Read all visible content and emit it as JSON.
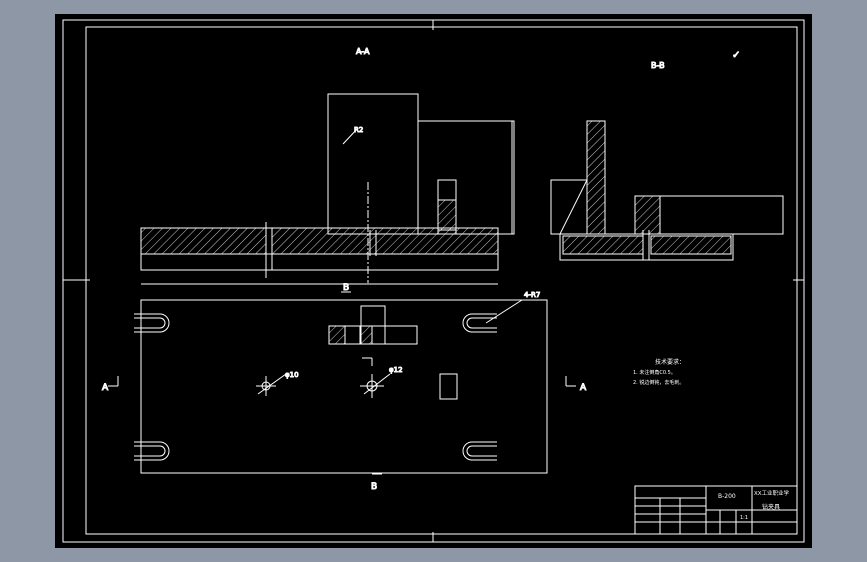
{
  "views": {
    "section_aa": "A-A",
    "section_bb": "B-B",
    "roughness_mark": "✓",
    "cut_b_top": "B",
    "cut_b_bottom": "B",
    "cut_a_left": "A",
    "cut_a_right": "A"
  },
  "dimensions": {
    "r2": "R2",
    "slot_label": "4-R7",
    "hole_small": "φ10",
    "hole_large": "φ12"
  },
  "notes": {
    "title": "技术要求：",
    "line1": "1. 未注倒角C0.5。",
    "line2": "2. 锐边倒钝，去毛刺。"
  },
  "title_block": {
    "drawing_no": "B-200",
    "school": "XX工业职业学",
    "part_name": "钻夹具",
    "scale": "1:1"
  },
  "colors": {
    "frame_bg": "#000000",
    "line": "#ffffff",
    "outer_bg": "#8e97a6"
  }
}
